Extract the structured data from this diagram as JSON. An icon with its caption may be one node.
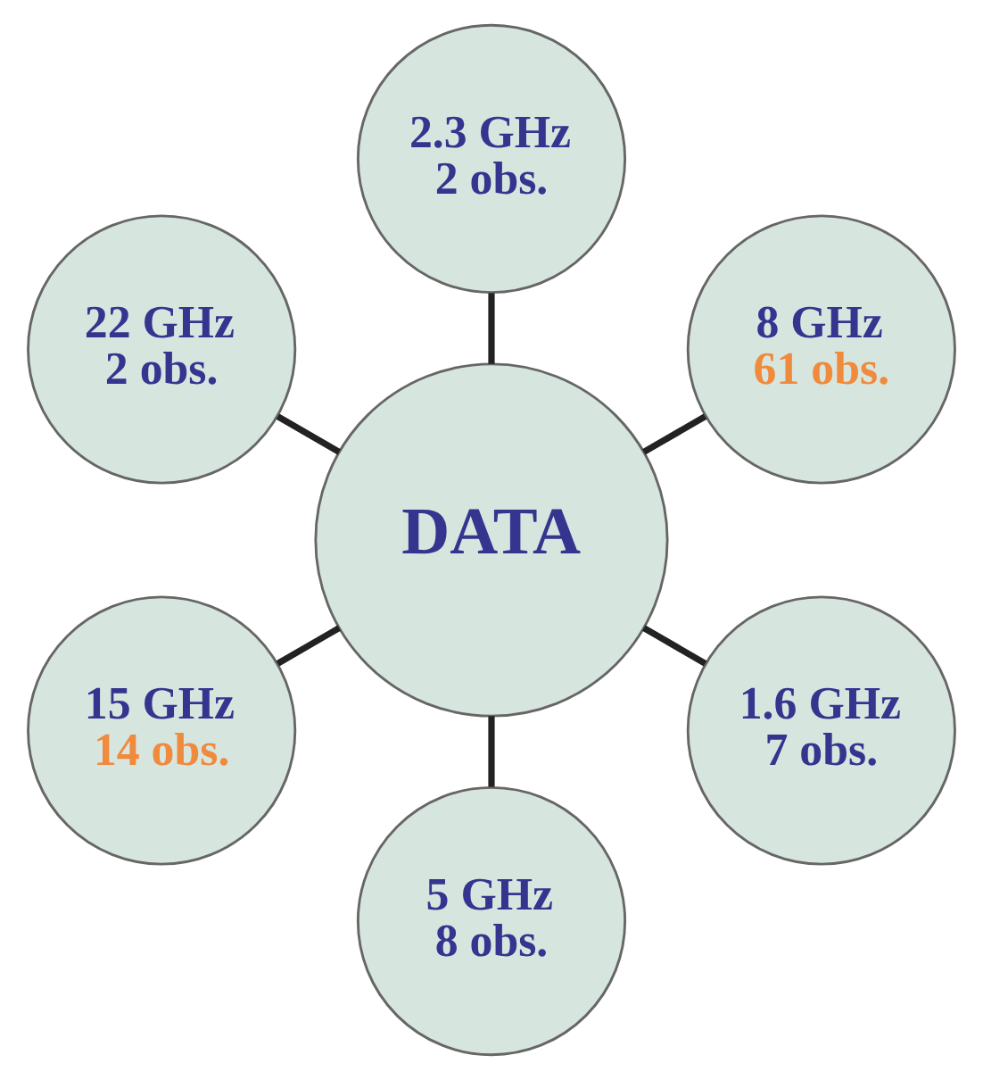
{
  "diagram": {
    "nodes": [
      {
        "text": [
          "8 GHz",
          "61 obs."
        ]
      },
      {
        "text": [
          "2.3 GHz",
          "2 obs."
        ]
      },
      {
        "text": [
          "22 GHz",
          "2 obs."
        ]
      },
      {
        "text": [
          "DATA"
        ]
      },
      {
        "text": [
          "15 GHz",
          "14 obs."
        ]
      },
      {
        "text": [
          "5 GHz",
          "8 obs."
        ]
      },
      {
        "text": [
          "1.6 GHz",
          "7 obs."
        ]
      }
    ],
    "edges": [
      {
        "from": 3,
        "to": 0,
        "arrow": "none"
      },
      {
        "from": 3,
        "to": 1,
        "arrow": "none"
      },
      {
        "from": 3,
        "to": 2,
        "arrow": "none"
      },
      {
        "from": 3,
        "to": 4,
        "arrow": "none"
      },
      {
        "from": 3,
        "to": 5,
        "arrow": "none"
      },
      {
        "from": 3,
        "to": 6,
        "arrow": "none"
      }
    ]
  }
}
